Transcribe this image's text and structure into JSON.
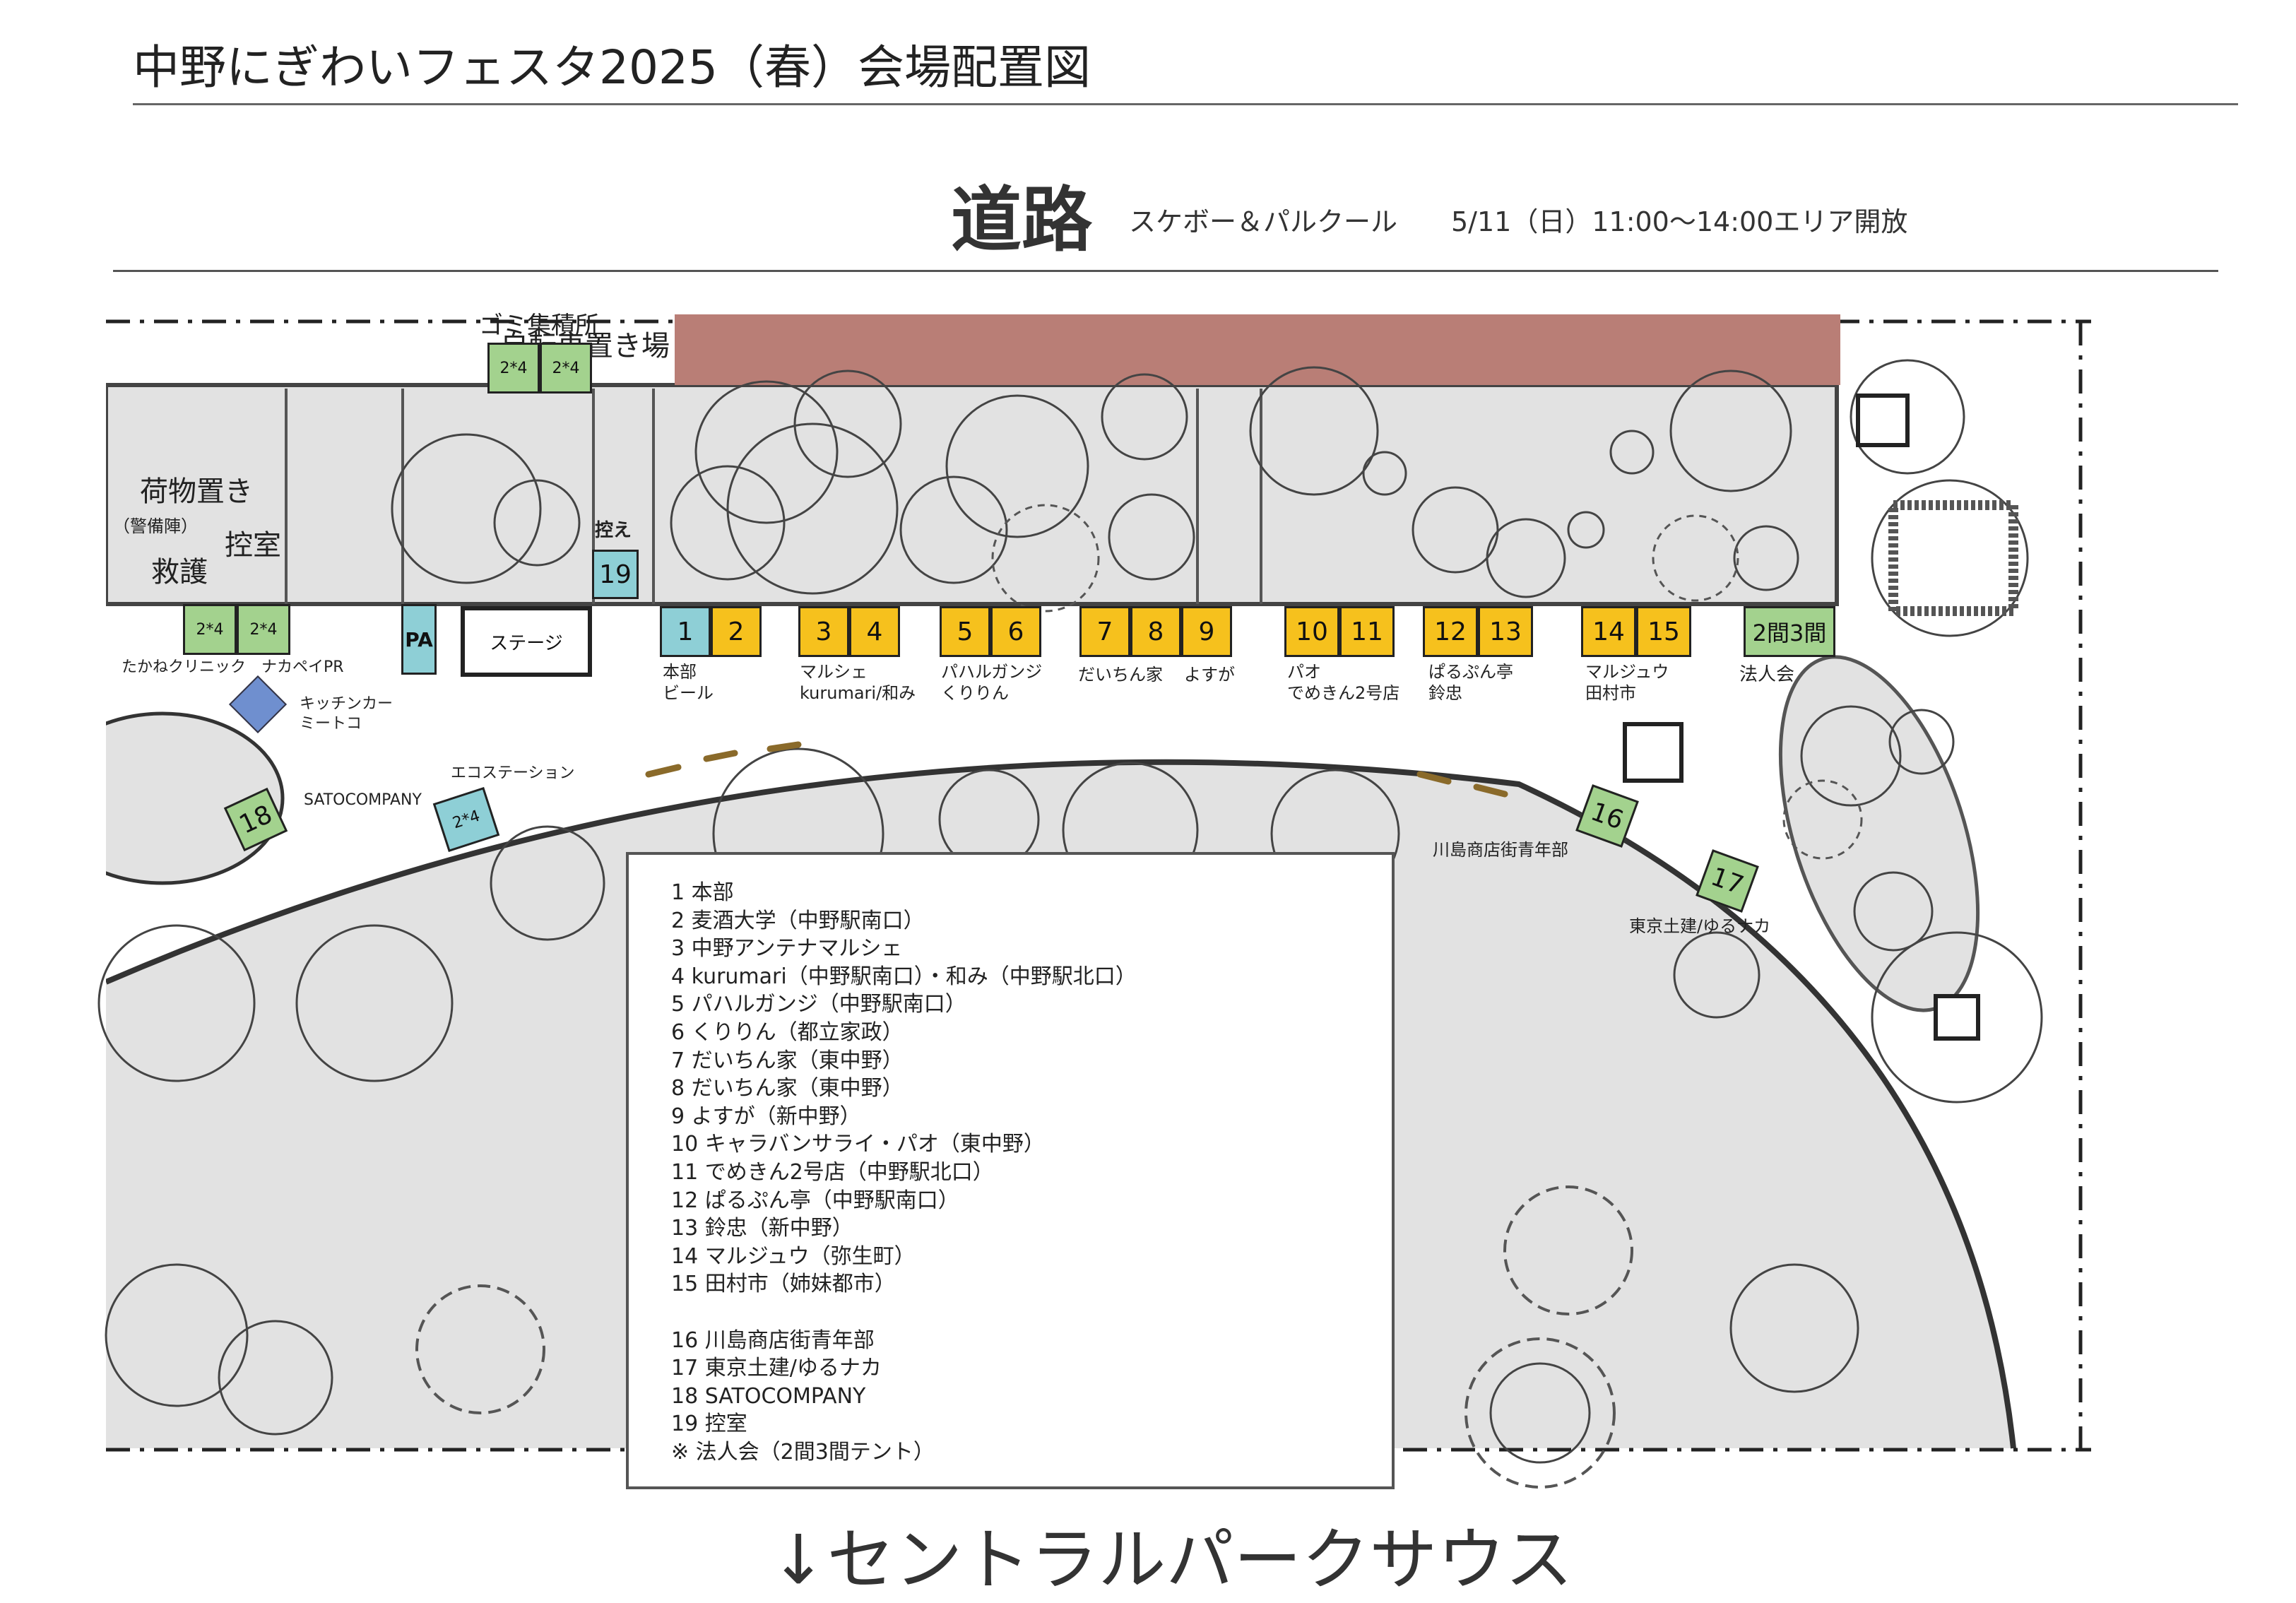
{
  "title": "中野にぎわいフェスタ2025（春）会場配置図",
  "road": {
    "label": "道路",
    "note": "スケボー＆パルクール　　5/11（日）11:00〜14:00エリア開放"
  },
  "areas": {
    "bicycle_parking": "自転車置き場",
    "garbage": "ゴミ集積所",
    "luggage": "荷物置き",
    "luggage_sub": "（警備陣）",
    "green_room": "控室",
    "first_aid": "救護",
    "reserve": "控え",
    "stage": "ステージ",
    "pa": "PA"
  },
  "booths": {
    "b1": "1",
    "b2": "2",
    "b3": "3",
    "b4": "4",
    "b5": "5",
    "b6": "6",
    "b7": "7",
    "b8": "8",
    "b9": "9",
    "b10": "10",
    "b11": "11",
    "b12": "12",
    "b13": "13",
    "b14": "14",
    "b15": "15",
    "b16": "16",
    "b17": "17",
    "b18": "18",
    "b19": "19",
    "tent": "2間3間",
    "size_a": "2*4",
    "size_b": "2*4",
    "size_c": "2*4",
    "size_d": "2*4",
    "size_e": "2*4"
  },
  "labels": {
    "l1": "本部",
    "l1b": "ビール",
    "l34": "マルシェ",
    "l34b": "kurumari/和み",
    "l56": "パハルガンジ",
    "l56b": "くりりん",
    "l78": "だいちん家",
    "l9": "よすが",
    "l1011": "パオ",
    "l1011b": "でめきん2号店",
    "l1213": "ぱるぷん亭",
    "l1213b": "鈴忠",
    "l1415": "マルジュウ",
    "l1415b": "田村市",
    "ltent": "法人会",
    "clinic": "たかねクリニック　ナカペイPR",
    "kitchen": "キッチンカー",
    "kitchen_b": "ミートコ",
    "sato": "SATOCOMPANY",
    "eco": "エコステーション",
    "kawashima": "川島商店街青年部",
    "tokyo": "東京土建/ゆるナカ"
  },
  "legend": [
    "1 本部",
    "2 麦酒大学（中野駅南口）",
    "3  中野アンテナマルシェ",
    "4 kurumari（中野駅南口）・和み（中野駅北口）",
    "5 パハルガンジ（中野駅南口）",
    "6 くりりん（都立家政）",
    "7 だいちん家（東中野）",
    "8 だいちん家（東中野）",
    "9 よすが（新中野）",
    "10 キャラバンサライ・パオ（東中野）",
    "11 でめきん2号店（中野駅北口）",
    "12 ぱるぷん亭（中野駅南口）",
    "13 鈴忠（新中野）",
    "14 マルジュウ（弥生町）",
    "15 田村市（姉妹都市）",
    "",
    "16 川島商店街青年部",
    "17 東京土建/ゆるナカ",
    "18 SATOCOMPANY",
    "19 控室",
    "※ 法人会（2間3間テント）"
  ],
  "south": "↓セントラルパークサウス",
  "colors": {
    "food_booth": "#f6c11d",
    "hq_booth": "#8ecfd6",
    "partner_booth": "#a3d28e",
    "bicycle": "#b97e76",
    "ground": "#e2e2e2",
    "kitchen_car": "#6f8fcf"
  }
}
